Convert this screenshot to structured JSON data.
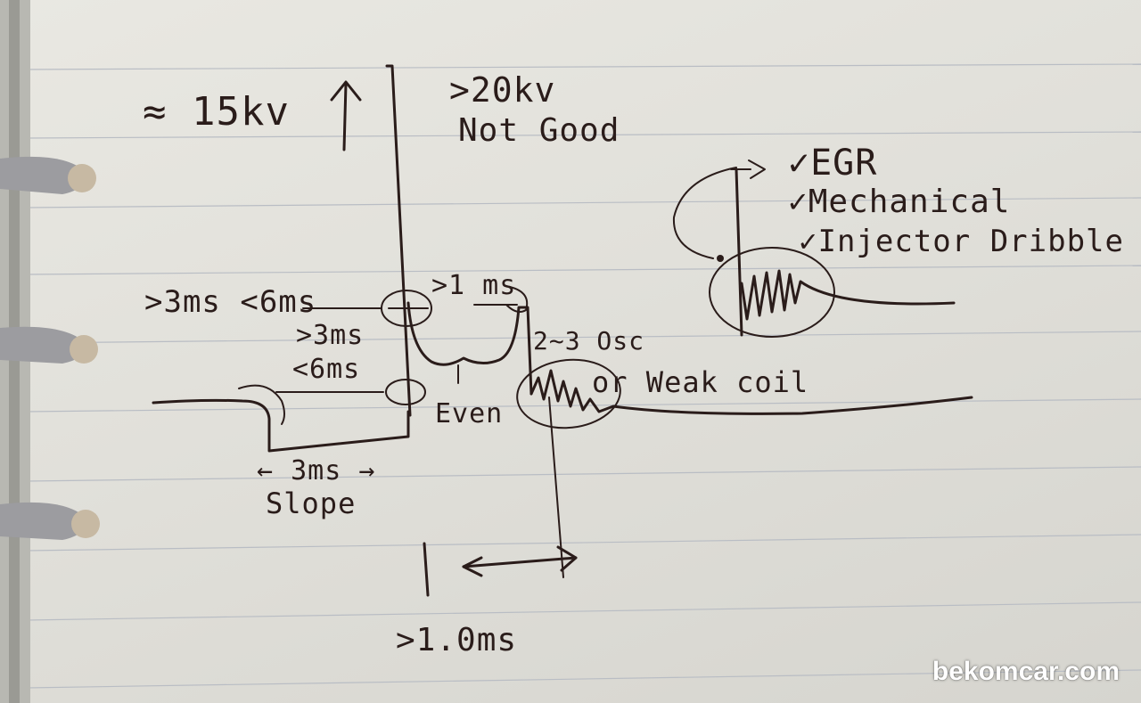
{
  "notes": {
    "peak_voltage": "≈ 15kv",
    "firing_limit": ">20kv",
    "firing_verdict": "Not Good",
    "dwell_range": ">3ms <6ms",
    "dwell_min": ">3ms",
    "dwell_max": "<6ms",
    "spark_gap": ">1 ms",
    "oscillation": "2~3 Osc",
    "coil_note": "or Weak coil",
    "even_note": "Even",
    "dwell_duration": "← 3ms →",
    "slope": "Slope",
    "burn_min": ">1.0ms"
  },
  "checklist": {
    "items": [
      "EGR",
      "Mechanical",
      "Injector Dribble"
    ]
  },
  "watermark": "bekomcar.com",
  "colors": {
    "ink": "#2a1c1a",
    "paper": "#e5e4de",
    "rule": "#b9bdc4"
  }
}
